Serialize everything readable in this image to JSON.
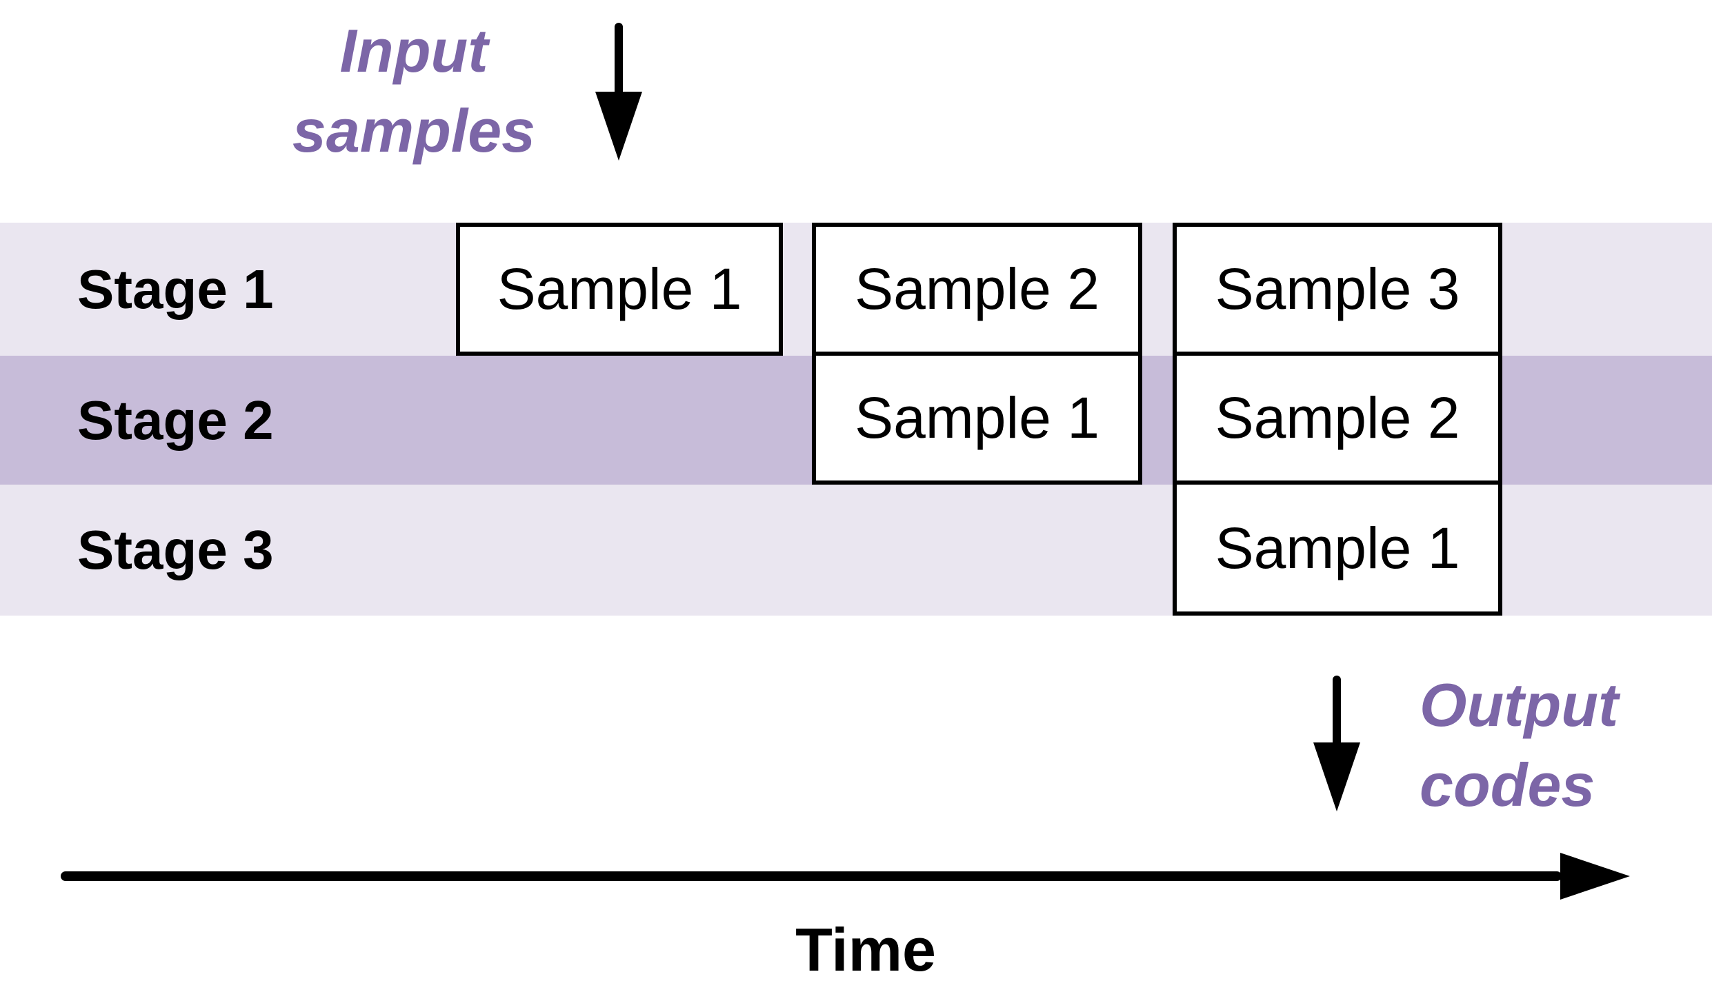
{
  "diagram": {
    "type": "pipeline-timing",
    "input_label": {
      "line1": "Input",
      "line2": "samples"
    },
    "output_label": {
      "line1": "Output",
      "line2": "codes"
    },
    "time_label": "Time",
    "stages": [
      {
        "label": "Stage 1",
        "samples": [
          {
            "label": "Sample 1",
            "slot": 1
          },
          {
            "label": "Sample 2",
            "slot": 2
          },
          {
            "label": "Sample 3",
            "slot": 3
          }
        ]
      },
      {
        "label": "Stage 2",
        "samples": [
          {
            "label": "Sample 1",
            "slot": 2
          },
          {
            "label": "Sample 2",
            "slot": 3
          }
        ]
      },
      {
        "label": "Stage 3",
        "samples": [
          {
            "label": "Sample 1",
            "slot": 3
          }
        ]
      }
    ],
    "colors": {
      "band_light": "#EAE6F0",
      "band_dark": "#C7BCD9",
      "accent_text": "#7C66A7",
      "arrow": "#000000",
      "box_border": "#000000",
      "box_fill": "#FFFFFF"
    }
  }
}
